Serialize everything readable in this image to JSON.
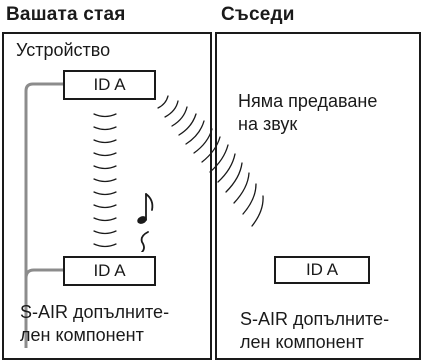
{
  "left_panel": {
    "heading": "Вашата стая",
    "title": "Устройство",
    "top_device": {
      "id_label": "ID A"
    },
    "bottom_device": {
      "id_label": "ID A"
    },
    "caption_line1": "S-AIR допълните-",
    "caption_line2": "лен компонент"
  },
  "right_panel": {
    "heading": "Съседи",
    "message_line1": "Няма предаване",
    "message_line2": "на звук",
    "device": {
      "id_label": "ID A"
    },
    "caption_line1": "S-AIR допълните-",
    "caption_line2": "лен компонент"
  },
  "icons": {
    "music_note": "music-note-icon",
    "connector": "connector-line-icon",
    "radio_waves": "radio-wave-icon"
  },
  "colors": {
    "ink": "#1a1a1a",
    "connector": "#8c8c8c"
  }
}
